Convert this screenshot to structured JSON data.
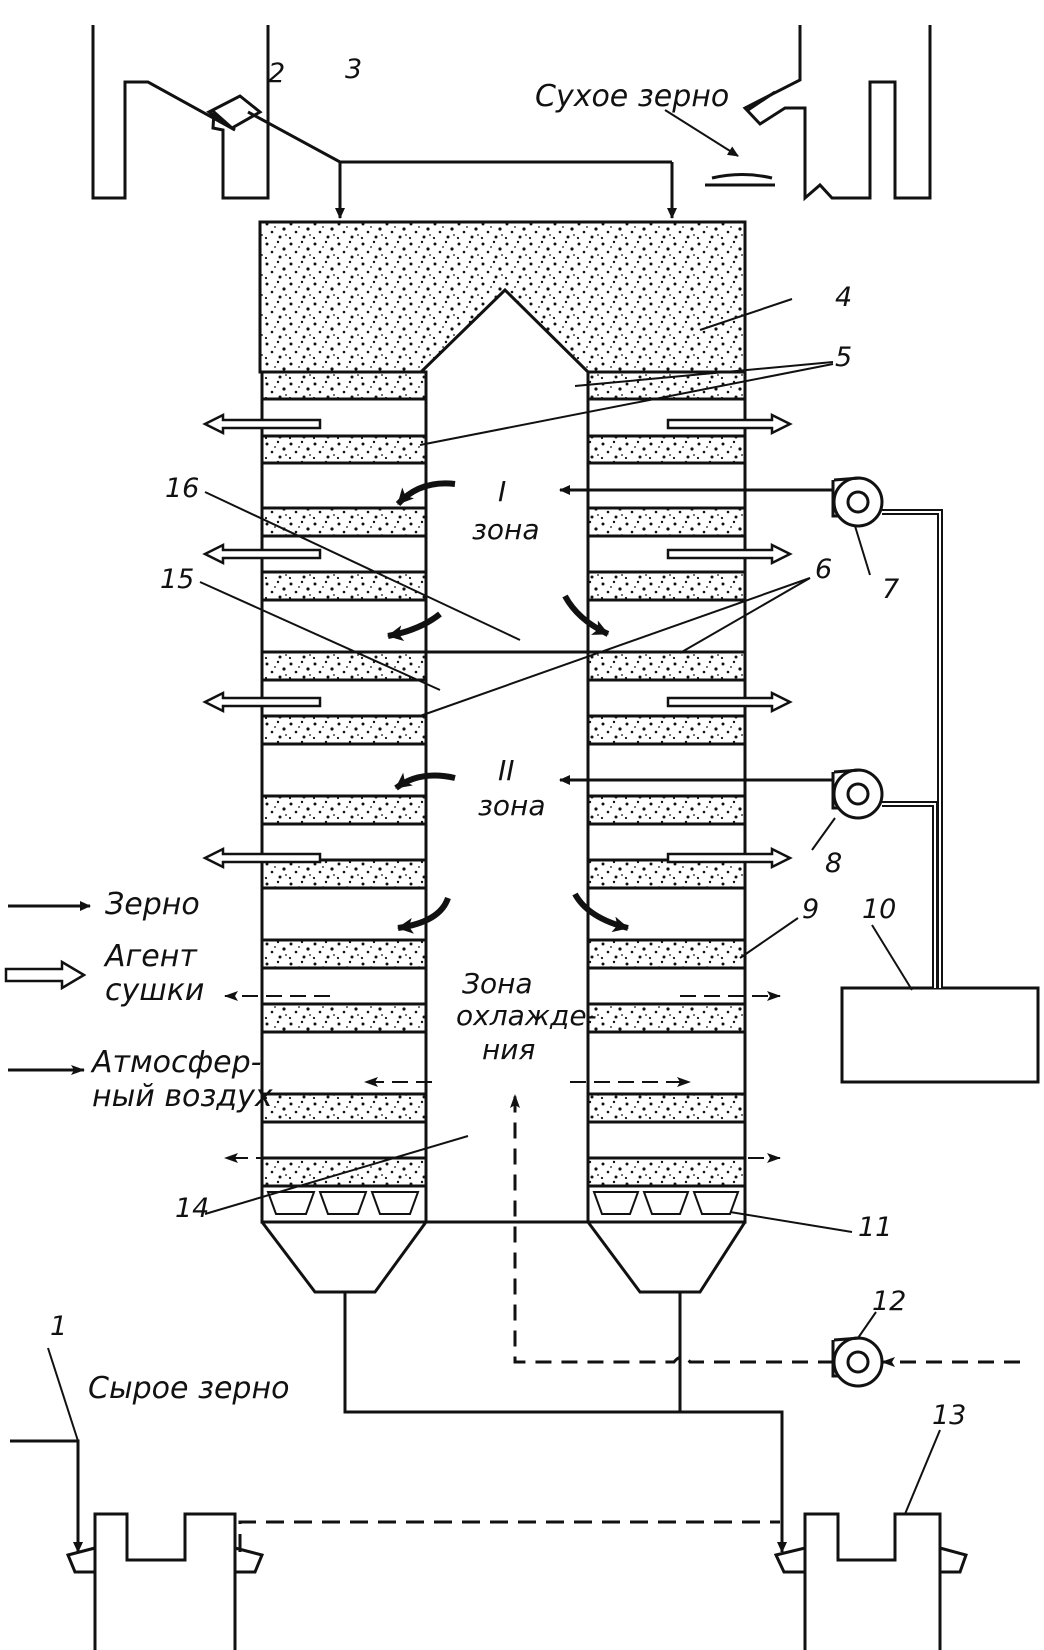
{
  "labels": {
    "dry_grain": "Сухое зерно",
    "raw_grain": "Сырое зерно",
    "zone1_numeral": "I",
    "zone1_word": "зона",
    "zone2_numeral": "II",
    "zone2_word": "зона",
    "cooling_zone_line1": "Зона",
    "cooling_zone_line2": "охлажде-",
    "cooling_zone_line3": "ния"
  },
  "legend": {
    "grain": "Зерно",
    "agent_line1": "Агент",
    "agent_line2": "сушки",
    "air_line1": "Атмосфер-",
    "air_line2": "ный воздух"
  },
  "callouts": [
    "1",
    "2",
    "3",
    "4",
    "5",
    "6",
    "7",
    "8",
    "9",
    "10",
    "11",
    "12",
    "13",
    "14",
    "15",
    "16"
  ],
  "colors": {
    "ink": "#111111",
    "paper": "#ffffff"
  }
}
